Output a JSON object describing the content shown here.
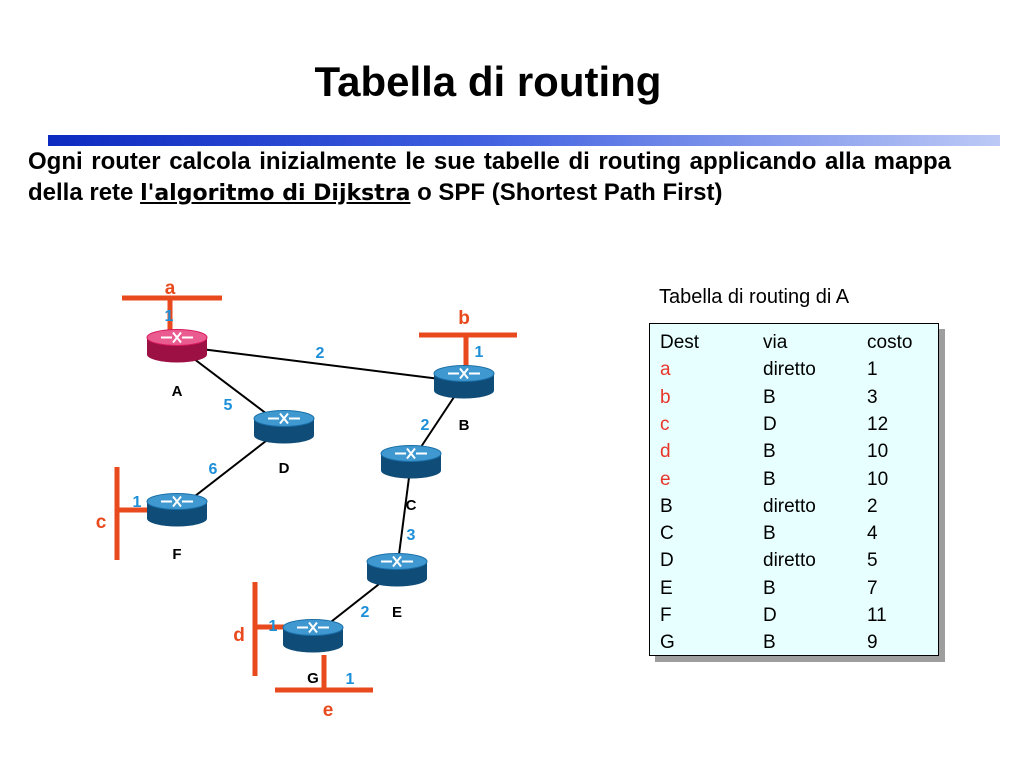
{
  "title": "Tabella di routing",
  "intro": {
    "before": "Ogni router calcola inizialmente le sue tabelle di routing applicando alla mappa della rete ",
    "link": "l'algoritmo di Dijkstra",
    "after": " o SPF (Shortest Path First)"
  },
  "colors": {
    "lan": "#e8491d",
    "weight": "#1c8fd8",
    "router": "#1a6fa8",
    "router_highlight": "#d81b5f",
    "table_bg": "#e8ffff"
  },
  "network": {
    "routers": [
      {
        "id": "A",
        "label": "A",
        "highlighted": true
      },
      {
        "id": "B",
        "label": "B"
      },
      {
        "id": "C",
        "label": "C"
      },
      {
        "id": "D",
        "label": "D"
      },
      {
        "id": "E",
        "label": "E"
      },
      {
        "id": "F",
        "label": "F"
      },
      {
        "id": "G",
        "label": "G"
      }
    ],
    "links": [
      {
        "from": "A",
        "to": "B",
        "cost": "2"
      },
      {
        "from": "A",
        "to": "D",
        "cost": "5"
      },
      {
        "from": "B",
        "to": "C",
        "cost": "2"
      },
      {
        "from": "D",
        "to": "F",
        "cost": "6"
      },
      {
        "from": "C",
        "to": "E",
        "cost": "3"
      },
      {
        "from": "E",
        "to": "G",
        "cost": "2"
      }
    ],
    "lans": [
      {
        "id": "a",
        "label": "a",
        "router": "A",
        "cost": "1"
      },
      {
        "id": "b",
        "label": "b",
        "router": "B",
        "cost": "1"
      },
      {
        "id": "c",
        "label": "c",
        "router": "F",
        "cost": "1"
      },
      {
        "id": "d",
        "label": "d",
        "router": "G",
        "cost": "1"
      },
      {
        "id": "e",
        "label": "e",
        "router": "G",
        "cost": "1"
      }
    ]
  },
  "routing_table": {
    "caption": "Tabella di routing di A",
    "headers": [
      "Dest",
      "via",
      "costo"
    ],
    "rows": [
      {
        "dest": "a",
        "via": "diretto",
        "cost": "1",
        "lan": true
      },
      {
        "dest": "b",
        "via": "B",
        "cost": "3",
        "lan": true
      },
      {
        "dest": "c",
        "via": "D",
        "cost": "12",
        "lan": true
      },
      {
        "dest": "d",
        "via": "B",
        "cost": "10",
        "lan": true
      },
      {
        "dest": "e",
        "via": "B",
        "cost": "10",
        "lan": true
      },
      {
        "dest": "B",
        "via": "diretto",
        "cost": "2",
        "lan": false
      },
      {
        "dest": "C",
        "via": "B",
        "cost": "4",
        "lan": false
      },
      {
        "dest": "D",
        "via": "diretto",
        "cost": "5",
        "lan": false
      },
      {
        "dest": "E",
        "via": "B",
        "cost": "7",
        "lan": false
      },
      {
        "dest": "F",
        "via": "D",
        "cost": "11",
        "lan": false
      },
      {
        "dest": "G",
        "via": "B",
        "cost": "9",
        "lan": false
      }
    ]
  }
}
